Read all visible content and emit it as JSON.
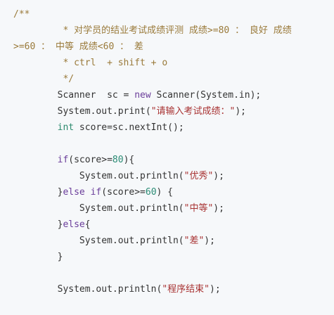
{
  "code": {
    "lines": [
      {
        "indent": "",
        "parts": [
          {
            "t": "/**",
            "c": "comment"
          }
        ]
      },
      {
        "indent": "         ",
        "parts": [
          {
            "t": "* 对学员的结业考试成绩评测 成绩>=80 ： 良好 成绩",
            "c": "comment"
          }
        ]
      },
      {
        "indent": "",
        "parts": [
          {
            "t": ">=60 ： 中等 成绩<60 ： 差",
            "c": "comment"
          }
        ]
      },
      {
        "indent": "         ",
        "parts": [
          {
            "t": "* ctrl  + shift + o",
            "c": "comment"
          }
        ]
      },
      {
        "indent": "         ",
        "parts": [
          {
            "t": "*/",
            "c": "comment"
          }
        ]
      },
      {
        "indent": "        ",
        "parts": [
          {
            "t": "Scanner  sc = ",
            "c": "plain"
          },
          {
            "t": "new",
            "c": "kw"
          },
          {
            "t": " Scanner(System.in);",
            "c": "plain"
          }
        ]
      },
      {
        "indent": "        ",
        "parts": [
          {
            "t": "System.out.print(",
            "c": "plain"
          },
          {
            "t": "\"请输入考试成绩：\"",
            "c": "str"
          },
          {
            "t": ");",
            "c": "plain"
          }
        ]
      },
      {
        "indent": "        ",
        "parts": [
          {
            "t": "int",
            "c": "type"
          },
          {
            "t": " score=sc.nextInt();",
            "c": "plain"
          }
        ]
      },
      {
        "indent": "",
        "parts": [
          {
            "t": "",
            "c": "plain"
          }
        ]
      },
      {
        "indent": "        ",
        "parts": [
          {
            "t": "if",
            "c": "kw"
          },
          {
            "t": "(score>=",
            "c": "plain"
          },
          {
            "t": "80",
            "c": "num"
          },
          {
            "t": "){",
            "c": "plain"
          }
        ]
      },
      {
        "indent": "            ",
        "parts": [
          {
            "t": "System.out.println(",
            "c": "plain"
          },
          {
            "t": "\"优秀\"",
            "c": "str"
          },
          {
            "t": ");",
            "c": "plain"
          }
        ]
      },
      {
        "indent": "        ",
        "parts": [
          {
            "t": "}",
            "c": "plain"
          },
          {
            "t": "else",
            "c": "kw"
          },
          {
            "t": " ",
            "c": "plain"
          },
          {
            "t": "if",
            "c": "kw"
          },
          {
            "t": "(score>=",
            "c": "plain"
          },
          {
            "t": "60",
            "c": "num"
          },
          {
            "t": ") {",
            "c": "plain"
          }
        ]
      },
      {
        "indent": "            ",
        "parts": [
          {
            "t": "System.out.println(",
            "c": "plain"
          },
          {
            "t": "\"中等\"",
            "c": "str"
          },
          {
            "t": ");",
            "c": "plain"
          }
        ]
      },
      {
        "indent": "        ",
        "parts": [
          {
            "t": "}",
            "c": "plain"
          },
          {
            "t": "else",
            "c": "kw"
          },
          {
            "t": "{",
            "c": "plain"
          }
        ]
      },
      {
        "indent": "            ",
        "parts": [
          {
            "t": "System.out.println(",
            "c": "plain"
          },
          {
            "t": "\"差\"",
            "c": "str"
          },
          {
            "t": ");",
            "c": "plain"
          }
        ]
      },
      {
        "indent": "        ",
        "parts": [
          {
            "t": "}",
            "c": "plain"
          }
        ]
      },
      {
        "indent": "",
        "parts": [
          {
            "t": "",
            "c": "plain"
          }
        ]
      },
      {
        "indent": "        ",
        "parts": [
          {
            "t": "System.out.println(",
            "c": "plain"
          },
          {
            "t": "\"程序结束\"",
            "c": "str"
          },
          {
            "t": ");",
            "c": "plain"
          }
        ]
      }
    ]
  }
}
